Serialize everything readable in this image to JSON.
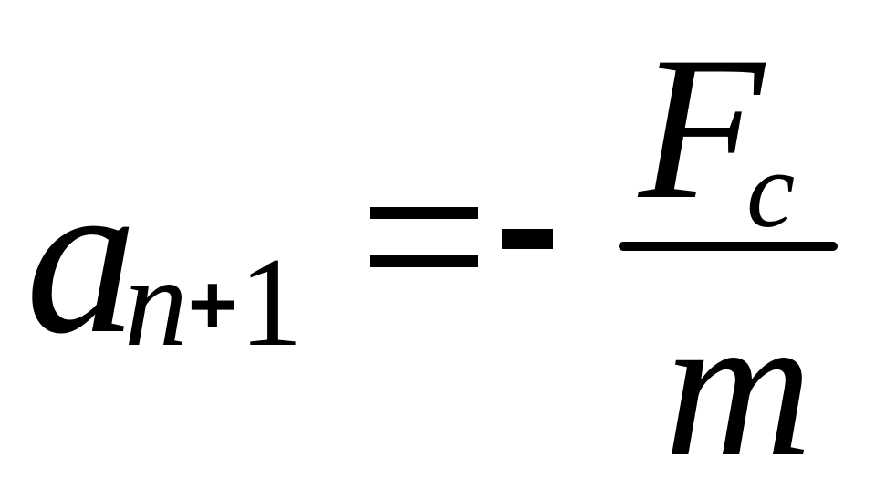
{
  "formula": {
    "lhs": {
      "variable": "a",
      "subscript_var": "n",
      "subscript_op": "+",
      "subscript_num": "1"
    },
    "relation": "=",
    "sign": "-",
    "fraction": {
      "numerator_var": "F",
      "numerator_subscript": "c",
      "denominator_var": "m"
    }
  }
}
